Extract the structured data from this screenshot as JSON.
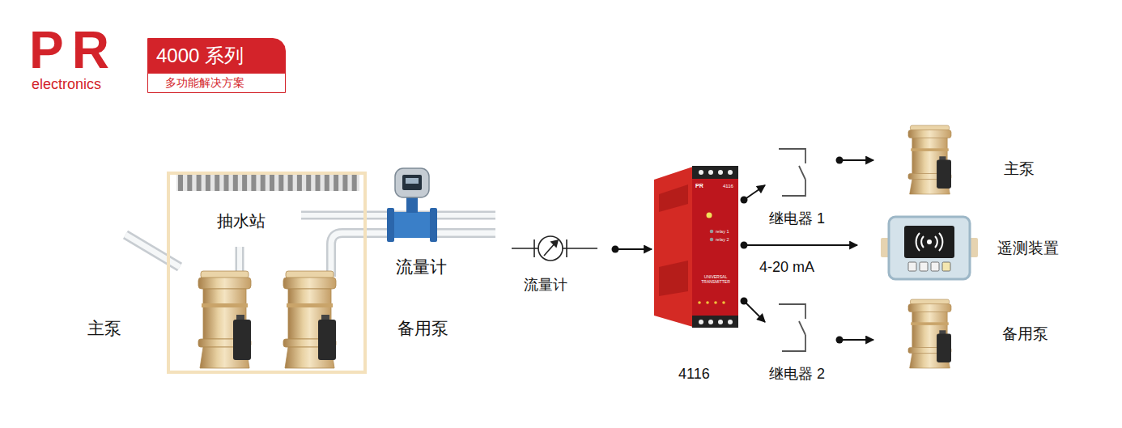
{
  "diagram": {
    "nodes": [
      {
        "text": [
          "4000 系列",
          "多功能解决方案"
        ]
      },
      {
        "text": [
          "抽水站"
        ]
      },
      {
        "text": [
          "流量计"
        ]
      },
      {
        "text": [
          "4116"
        ]
      },
      {
        "text": [
          "继电器 1"
        ]
      },
      {
        "text": [
          "主泵"
        ]
      },
      {
        "text": [
          "遥测装置"
        ]
      },
      {
        "text": [
          "继电器 2"
        ]
      },
      {
        "text": [
          "备用泵"
        ]
      }
    ],
    "edges": [
      {
        "from": 2,
        "to": 3,
        "arrow": "to"
      },
      {
        "from": 3,
        "to": 4,
        "arrow": "to"
      },
      {
        "from": 4,
        "to": 5,
        "arrow": "to"
      },
      {
        "from": 3,
        "to": 6,
        "arrow": "to",
        "label": "4-20 mA"
      },
      {
        "from": 3,
        "to": 7,
        "arrow": "to"
      },
      {
        "from": 7,
        "to": 8,
        "arrow": "to"
      }
    ],
    "labels": [
      "PR",
      "electronics",
      "主泵",
      "流量计",
      "备用泵",
      "PR",
      "4116",
      "relay 1",
      "relay 2",
      "UNIVERSAL TRANSMITTER"
    ]
  }
}
